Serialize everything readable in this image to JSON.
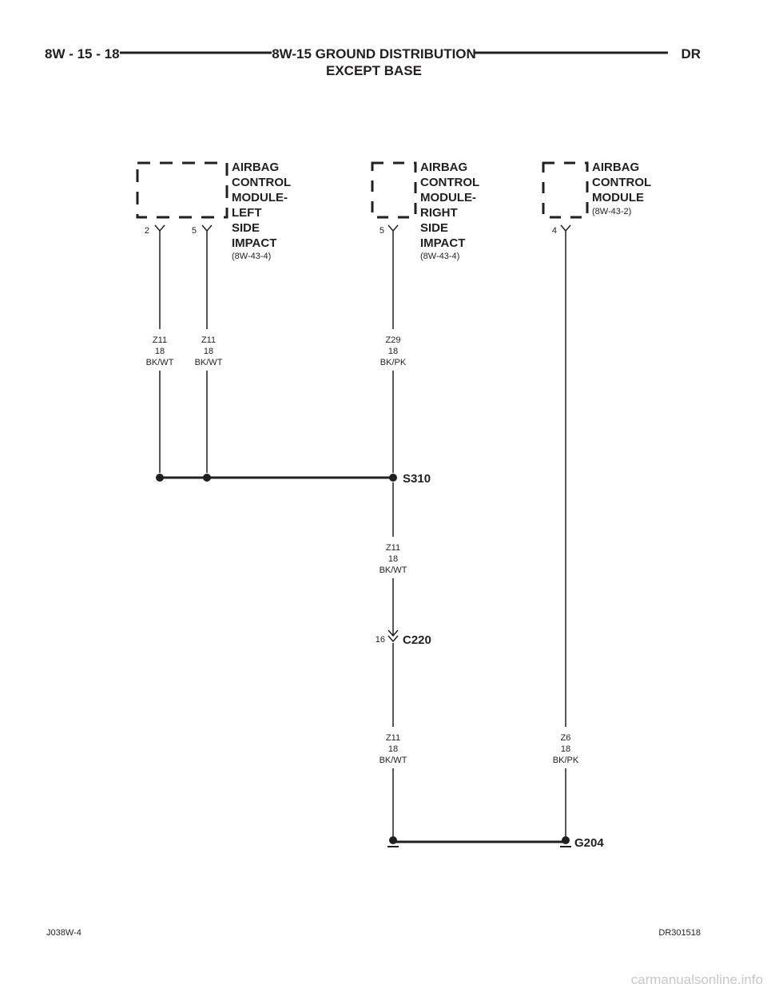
{
  "header": {
    "page_number": "8W - 15 - 18",
    "title_line1": "8W-15 GROUND DISTRIBUTION",
    "title_line2": "EXCEPT BASE",
    "model_code": "DR"
  },
  "modules": {
    "left": {
      "name_lines": [
        "AIRBAG",
        "CONTROL",
        "MODULE-",
        "LEFT",
        "SIDE",
        "IMPACT"
      ],
      "ref": "(8W-43-4)",
      "pins": [
        "2",
        "5"
      ]
    },
    "right": {
      "name_lines": [
        "AIRBAG",
        "CONTROL",
        "MODULE-",
        "RIGHT",
        "SIDE",
        "IMPACT"
      ],
      "ref": "(8W-43-4)",
      "pins": [
        "5"
      ]
    },
    "acm": {
      "name_lines": [
        "AIRBAG",
        "CONTROL",
        "MODULE"
      ],
      "ref": "(8W-43-2)",
      "pins": [
        "4"
      ]
    }
  },
  "wires": {
    "w1": [
      "Z11",
      "18",
      "BK/WT"
    ],
    "w2": [
      "Z11",
      "18",
      "BK/WT"
    ],
    "w3": [
      "Z29",
      "18",
      "BK/PK"
    ],
    "w4": [
      "Z11",
      "18",
      "BK/WT"
    ],
    "w5": [
      "Z11",
      "18",
      "BK/WT"
    ],
    "w6": [
      "Z6",
      "18",
      "BK/PK"
    ]
  },
  "splice": {
    "label": "S310"
  },
  "connector": {
    "label": "C220",
    "pin": "16"
  },
  "ground": {
    "label": "G204"
  },
  "footer": {
    "left": "J038W-4",
    "right": "DR301518"
  },
  "watermark": "carmanualsonline.info"
}
